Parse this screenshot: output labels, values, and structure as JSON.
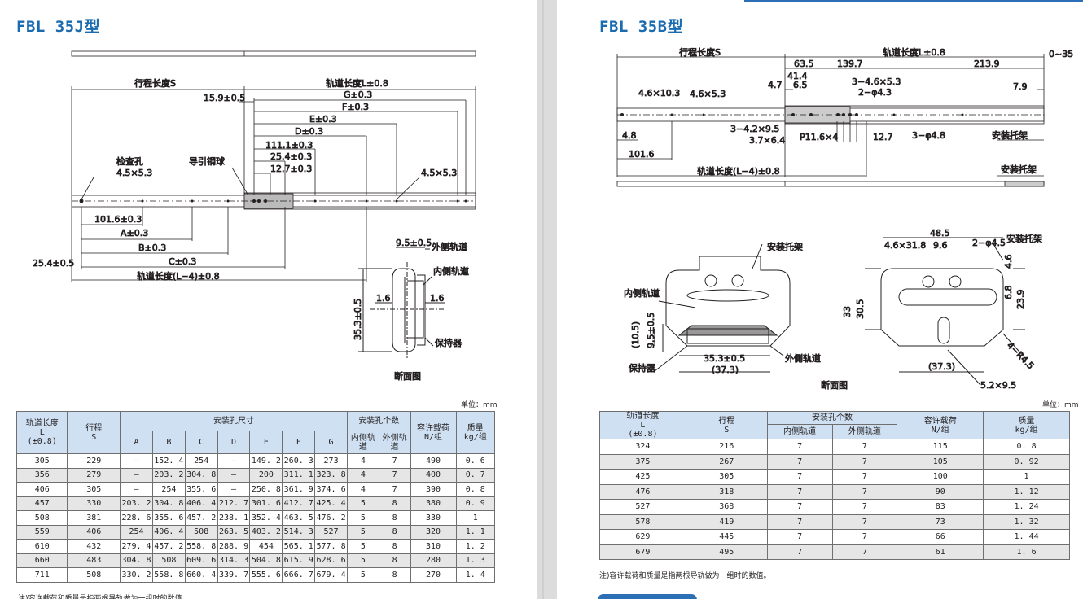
{
  "left": {
    "title": "FBL 35J型",
    "unit": "单位：mm",
    "note": "注)容许载荷和质量是指两根导轨做为一组时的数值。",
    "drawing": {
      "stroke_label": "行程长度S",
      "rail_label": "轨道长度L±0.8",
      "d15_9": "15.9±0.5",
      "g": "G±0.3",
      "f": "F±0.3",
      "e": "E±0.3",
      "d": "D±0.3",
      "d111": "111.1±0.3",
      "d25_4": "25.4±0.3",
      "d12_7": "12.7±0.3",
      "inspect": "检查孔",
      "hole": "4.5×5.3",
      "ball": "导引钢球",
      "hole2": "4.5×5.3",
      "d101": "101.6±0.3",
      "a": "A±0.3",
      "b": "B±0.3",
      "c": "C±0.3",
      "d25_5": "25.4±0.5",
      "rail_l4": "轨道长度(L−4)±0.8",
      "d9_5": "9.5±0.5",
      "outer": "外侧轨道",
      "inner": "内侧轨道",
      "d1_6a": "1.6",
      "d1_6b": "1.6",
      "d35_3": "35.3±0.5",
      "retainer": "保持器",
      "section": "断面图"
    },
    "table": {
      "h_len": "轨道长度",
      "h_len_sym": "L",
      "h_len_tol": "(±0.8)",
      "h_stroke": "行程",
      "h_stroke_sym": "S",
      "h_holes": "安装孔尺寸",
      "h_count": "安装孔个数",
      "h_load": "容许载荷",
      "h_load_unit": "N/组",
      "h_mass": "质量",
      "h_mass_unit": "kg/组",
      "h_A": "A",
      "h_B": "B",
      "h_C": "C",
      "h_D": "D",
      "h_E": "E",
      "h_F": "F",
      "h_G": "G",
      "h_inner": "内侧轨道",
      "h_outer": "外侧轨道",
      "rows": [
        [
          "305",
          "229",
          "—",
          "152. 4",
          "254",
          "—",
          "149. 2",
          "260. 3",
          "273",
          "4",
          "7",
          "490",
          "0. 6"
        ],
        [
          "356",
          "279",
          "—",
          "203. 2",
          "304. 8",
          "—",
          "200",
          "311. 1",
          "323. 8",
          "4",
          "7",
          "400",
          "0. 7"
        ],
        [
          "406",
          "305",
          "—",
          "254",
          "355. 6",
          "—",
          "250. 8",
          "361. 9",
          "374. 6",
          "4",
          "7",
          "390",
          "0. 8"
        ],
        [
          "457",
          "330",
          "203. 2",
          "304. 8",
          "406. 4",
          "212. 7",
          "301. 6",
          "412. 7",
          "425. 4",
          "5",
          "8",
          "380",
          "0. 9"
        ],
        [
          "508",
          "381",
          "228. 6",
          "355. 6",
          "457. 2",
          "238. 1",
          "352. 4",
          "463. 5",
          "476. 2",
          "5",
          "8",
          "330",
          "1"
        ],
        [
          "559",
          "406",
          "254",
          "406. 4",
          "508",
          "263. 5",
          "403. 2",
          "514. 3",
          "527",
          "5",
          "8",
          "320",
          "1. 1"
        ],
        [
          "610",
          "432",
          "279. 4",
          "457. 2",
          "558. 8",
          "288. 9",
          "454",
          "565. 1",
          "577. 8",
          "5",
          "8",
          "310",
          "1. 2"
        ],
        [
          "660",
          "483",
          "304. 8",
          "508",
          "609. 6",
          "314. 3",
          "504. 8",
          "615. 9",
          "628. 6",
          "5",
          "8",
          "280",
          "1. 3"
        ],
        [
          "711",
          "508",
          "330. 2",
          "558. 8",
          "660. 4",
          "339. 7",
          "555. 6",
          "666. 7",
          "679. 4",
          "5",
          "8",
          "270",
          "1. 4"
        ]
      ]
    }
  },
  "right": {
    "title": "FBL 35B型",
    "unit": "单位：mm",
    "note": "注)容许载荷和质量是指两根导轨做为一组时的数值。",
    "drawing": {
      "stroke_label": "行程长度S",
      "rail_label": "轨道长度L±0.8",
      "d0_35": "0~35",
      "d63_5": "63.5",
      "d139_7": "139.7",
      "d213_9": "213.9",
      "d41_4": "41.4",
      "d4_7": "4.7",
      "d6_5": "6.5",
      "h3_46": "3−4.6×5.3",
      "h2_43": "2−φ4.3",
      "d7_9": "7.9",
      "h4_610": "4.6×10.3",
      "h4_65": "4.6×5.3",
      "h3_42": "3−4.2×9.5",
      "h3_7": "3.7×6.4",
      "p11_6": "P11.6×4",
      "d12_7": "12.7",
      "h3_48": "3−φ4.8",
      "bracket1": "安装托架",
      "d4_8": "4.8",
      "d101_6": "101.6",
      "rail_l4": "轨道长度(L−4)±0.8",
      "bracket2": "安装托架",
      "bracket3": "安装托架",
      "inner": "内侧轨道",
      "d10_5": "(10.5)",
      "d9_5": "9.5±0.5",
      "d35_3": "35.3±0.5",
      "d37_3a": "(37.3)",
      "retainer": "保持器",
      "outer": "外侧轨道",
      "section": "断面图",
      "d33": "33",
      "d30_5": "30.5",
      "d48_5": "48.5",
      "h4_631": "4.6×31.8",
      "d9_6": "9.6",
      "h2_45": "2−φ4.5",
      "bracket4": "安装托架",
      "d4_6": "4.6",
      "d6_8": "6.8",
      "d23_9": "23.9",
      "r4_5": "4−R4.5",
      "d37_3b": "(37.3)",
      "h5_2": "5.2×9.5"
    },
    "table": {
      "h_len": "轨道长度",
      "h_len_sym": "L",
      "h_len_tol": "(±0.8)",
      "h_stroke": "行程",
      "h_stroke_sym": "S",
      "h_count": "安装孔个数",
      "h_inner": "内侧轨道",
      "h_outer": "外侧轨道",
      "h_load": "容许载荷",
      "h_load_unit": "N/组",
      "h_mass": "质量",
      "h_mass_unit": "kg/组",
      "rows": [
        [
          "324",
          "216",
          "7",
          "7",
          "115",
          "0. 8"
        ],
        [
          "375",
          "267",
          "7",
          "7",
          "105",
          "0. 92"
        ],
        [
          "425",
          "305",
          "7",
          "7",
          "100",
          "1"
        ],
        [
          "476",
          "318",
          "7",
          "7",
          "90",
          "1. 12"
        ],
        [
          "527",
          "368",
          "7",
          "7",
          "83",
          "1. 24"
        ],
        [
          "578",
          "419",
          "7",
          "7",
          "73",
          "1. 32"
        ],
        [
          "629",
          "445",
          "7",
          "7",
          "66",
          "1. 44"
        ],
        [
          "679",
          "495",
          "7",
          "7",
          "61",
          "1. 6"
        ]
      ]
    }
  }
}
